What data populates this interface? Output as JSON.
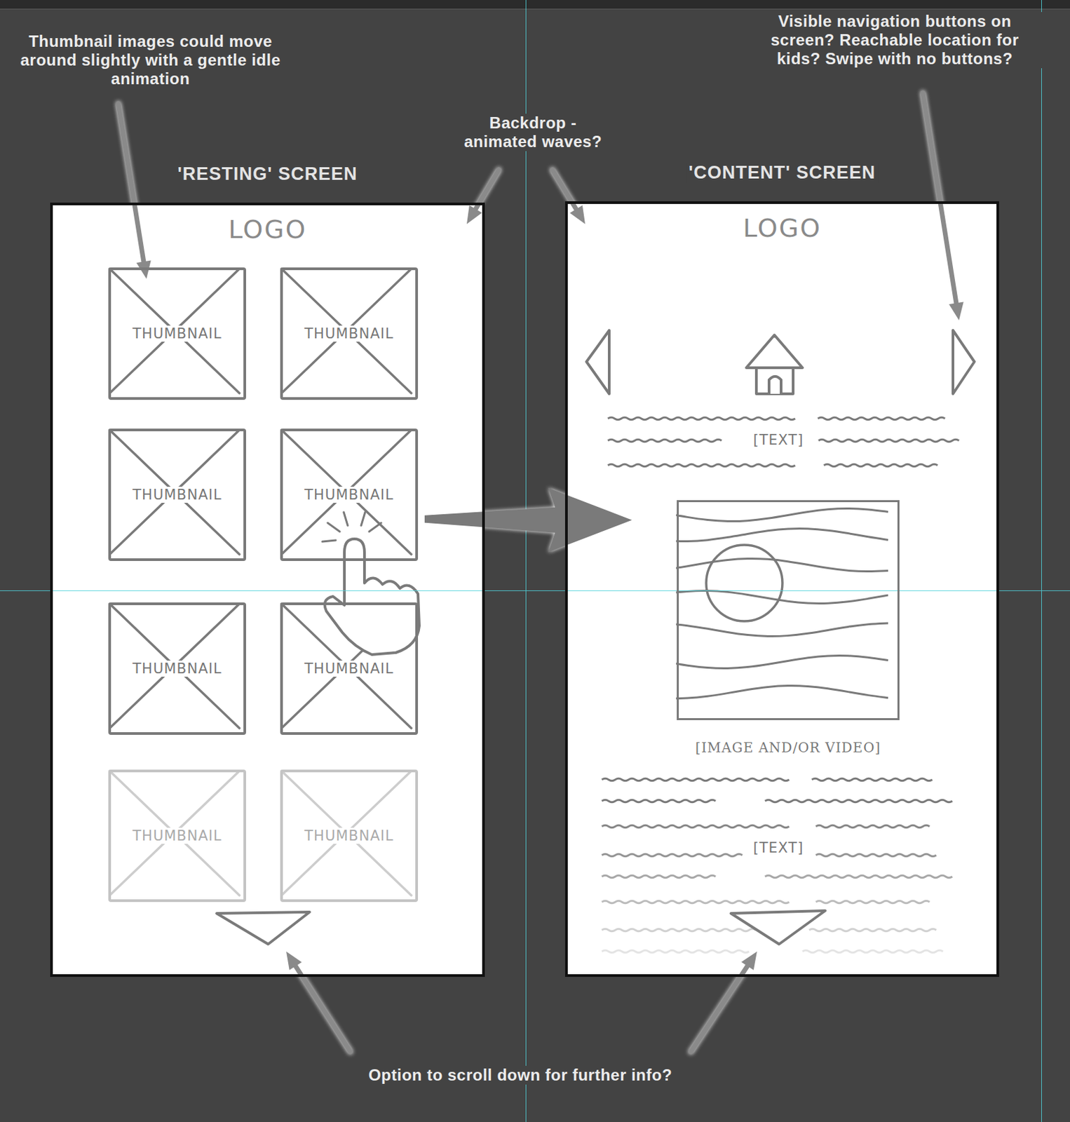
{
  "diagram": {
    "nodes": [
      {
        "text": [
          "'RESTING' SCREEN",
          "LOGO"
        ]
      },
      {
        "text": [
          "THUMBNAIL"
        ],
        "in": 0
      },
      {
        "text": [
          "THUMBNAIL"
        ],
        "in": 0
      },
      {
        "text": [
          "THUMBNAIL"
        ],
        "in": 0
      },
      {
        "text": [
          "THUMBNAIL"
        ],
        "in": 0
      },
      {
        "text": [
          "THUMBNAIL"
        ],
        "in": 0
      },
      {
        "text": [
          "THUMBNAIL"
        ],
        "in": 0
      },
      {
        "text": [
          "THUMBNAIL"
        ],
        "in": 0
      },
      {
        "text": [
          "THUMBNAIL"
        ],
        "in": 0
      },
      {
        "text": [
          "'CONTENT' SCREEN",
          "LOGO"
        ]
      },
      {
        "text": [
          "[IMAGE AND/OR VIDEO]"
        ],
        "in": 9
      }
    ],
    "edges": [
      {
        "from": 4,
        "to": 9,
        "arrow": "to"
      }
    ],
    "labels": [
      "Thumbnail images could move around slightly with a gentle idle animation",
      "Backdrop - animated waves?",
      "Visible navigation buttons on screen? Reachable location for kids? Swipe with no buttons?",
      "[TEXT]",
      "[TEXT]",
      "Option to scroll down for further info?"
    ]
  }
}
